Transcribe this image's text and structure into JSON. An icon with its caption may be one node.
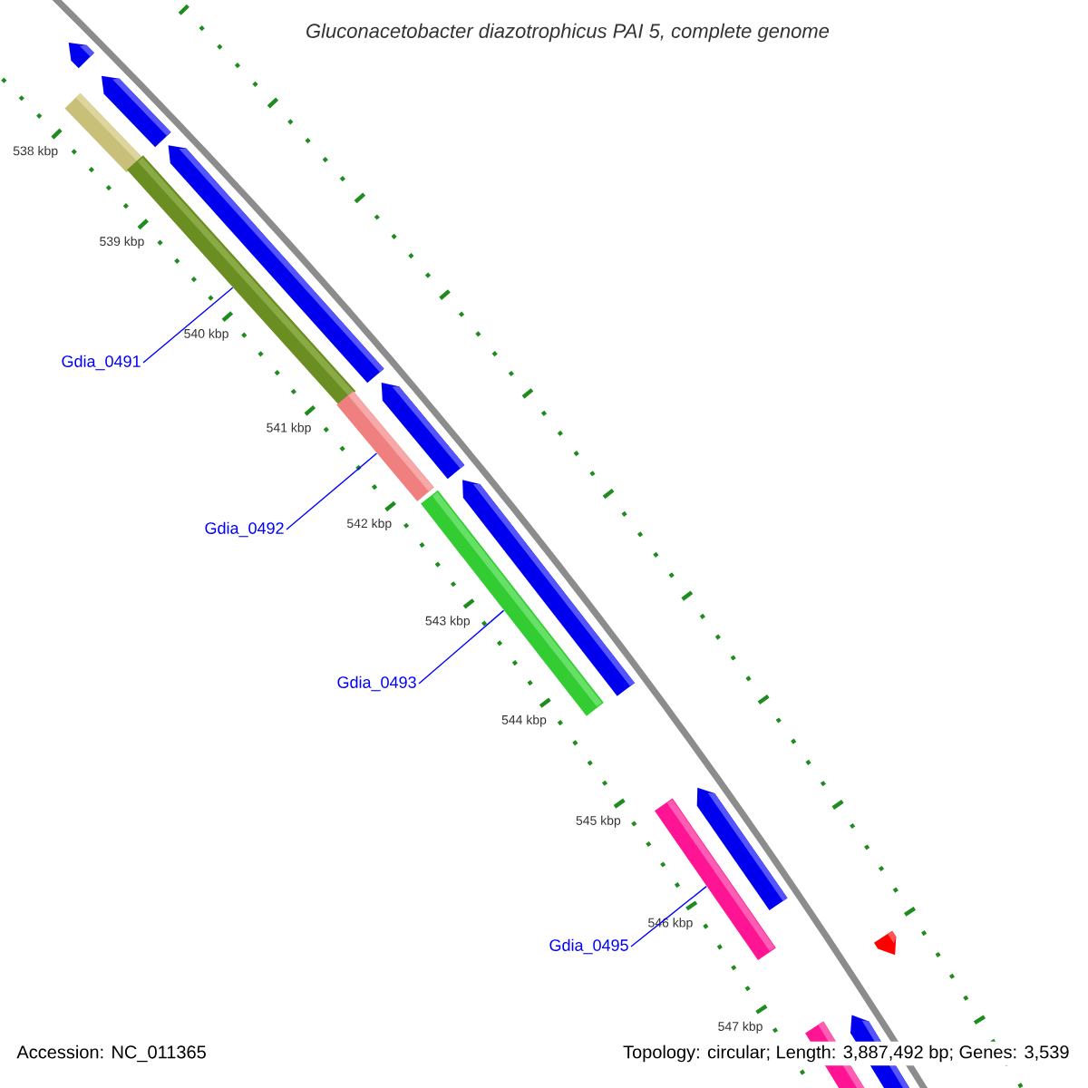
{
  "diagram": {
    "title": "Gluconacetobacter diazotrophicus PAI 5, complete genome",
    "nodes": [
      {
        "text": [
          "Gdia_0491"
        ]
      },
      {
        "text": [],
        "shape": "bar"
      },
      {
        "text": [
          "Gdia_0492"
        ]
      },
      {
        "text": [],
        "shape": "bar"
      },
      {
        "text": [
          "Gdia_0493"
        ]
      },
      {
        "text": [],
        "shape": "bar"
      },
      {
        "text": [
          "Gdia_0495"
        ]
      },
      {
        "text": [],
        "shape": "bar"
      }
    ],
    "edges": [
      {
        "from": 0,
        "to": 1,
        "arrow": "none"
      },
      {
        "from": 2,
        "to": 3,
        "arrow": "none"
      },
      {
        "from": 4,
        "to": 5,
        "arrow": "none"
      },
      {
        "from": 6,
        "to": 7,
        "arrow": "none"
      }
    ],
    "labels": [
      "538 kbp",
      "539 kbp",
      "540 kbp",
      "541 kbp",
      "542 kbp",
      "543 kbp",
      "544 kbp",
      "545 kbp",
      "546 kbp",
      "547 kbp",
      "Accession: NC_011365",
      "Topology: circular; Length: 3,887,492 bp; Genes: 3,539"
    ]
  }
}
